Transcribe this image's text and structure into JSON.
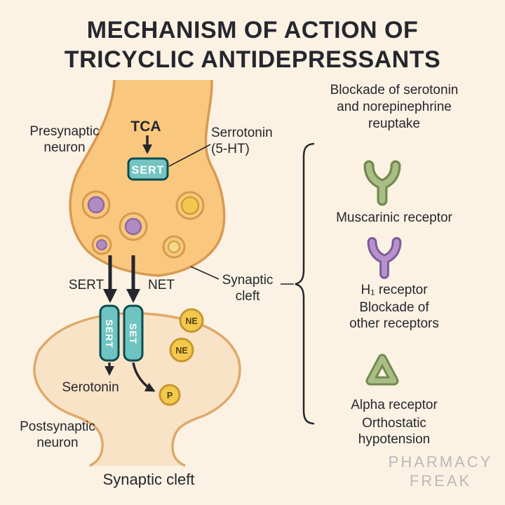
{
  "title": {
    "line1": "MECHANISM OF ACTION OF",
    "line2": "TRICYCLIC ANTIDEPRESSANTS"
  },
  "diagram": {
    "presynaptic_label_line1": "Presynaptic",
    "presynaptic_label_line2": "neuron",
    "tca": "TCA",
    "sert_transporter": "SERT",
    "serotonin_label_line1": "Serrotonin",
    "serotonin_label_line2": "(5-HT)",
    "sert_arrow_label": "SERT",
    "net_arrow_label": "NET",
    "synaptic_cleft_line1": "Synaptic",
    "synaptic_cleft_line2": "cleft",
    "post_sert": "SERT",
    "post_set": "SET",
    "ne_top": "NE",
    "ne_bottom": "NE",
    "p": "P",
    "serotonin_released": "Serotonin",
    "postsynaptic_label_line1": "Postsynaptic",
    "postsynaptic_label_line2": "neuron",
    "synaptic_cleft_bottom": "Synaptic cleft"
  },
  "panel": {
    "reuptake_line1": "Blockade of serotonin",
    "reuptake_line2": "and norepinephrine",
    "reuptake_line3": "reuptake",
    "muscarinic": "Muscarinic receptor",
    "h1": "H₁ receptor",
    "other_line1": "Blockade of",
    "other_line2": "other receptors",
    "alpha": "Alpha receptor",
    "orthostatic_line1": "Orthostatic",
    "orthostatic_line2": "hypotension"
  },
  "watermark": {
    "line1": "PHARMACY",
    "line2": "FREAK"
  },
  "colors": {
    "background": "#fbf2e3",
    "text": "#26262e",
    "neuron_fill": "#f9c87e",
    "neuron_stroke": "#d89a52",
    "postsynaptic_fill": "#f9e3c6",
    "postsynaptic_stroke": "#dfa96b",
    "teal_fill": "#74c5c1",
    "teal_stroke": "#0d4b50",
    "vesicle_purple": "#b18cc4",
    "vesicle_yellow": "#f2c84e",
    "receptor_green": "#a9be85",
    "receptor_green_stroke": "#74894e",
    "receptor_purple": "#b691cb",
    "receptor_purple_stroke": "#7e5a9b",
    "watermark_gray": "#b9b9b9"
  }
}
